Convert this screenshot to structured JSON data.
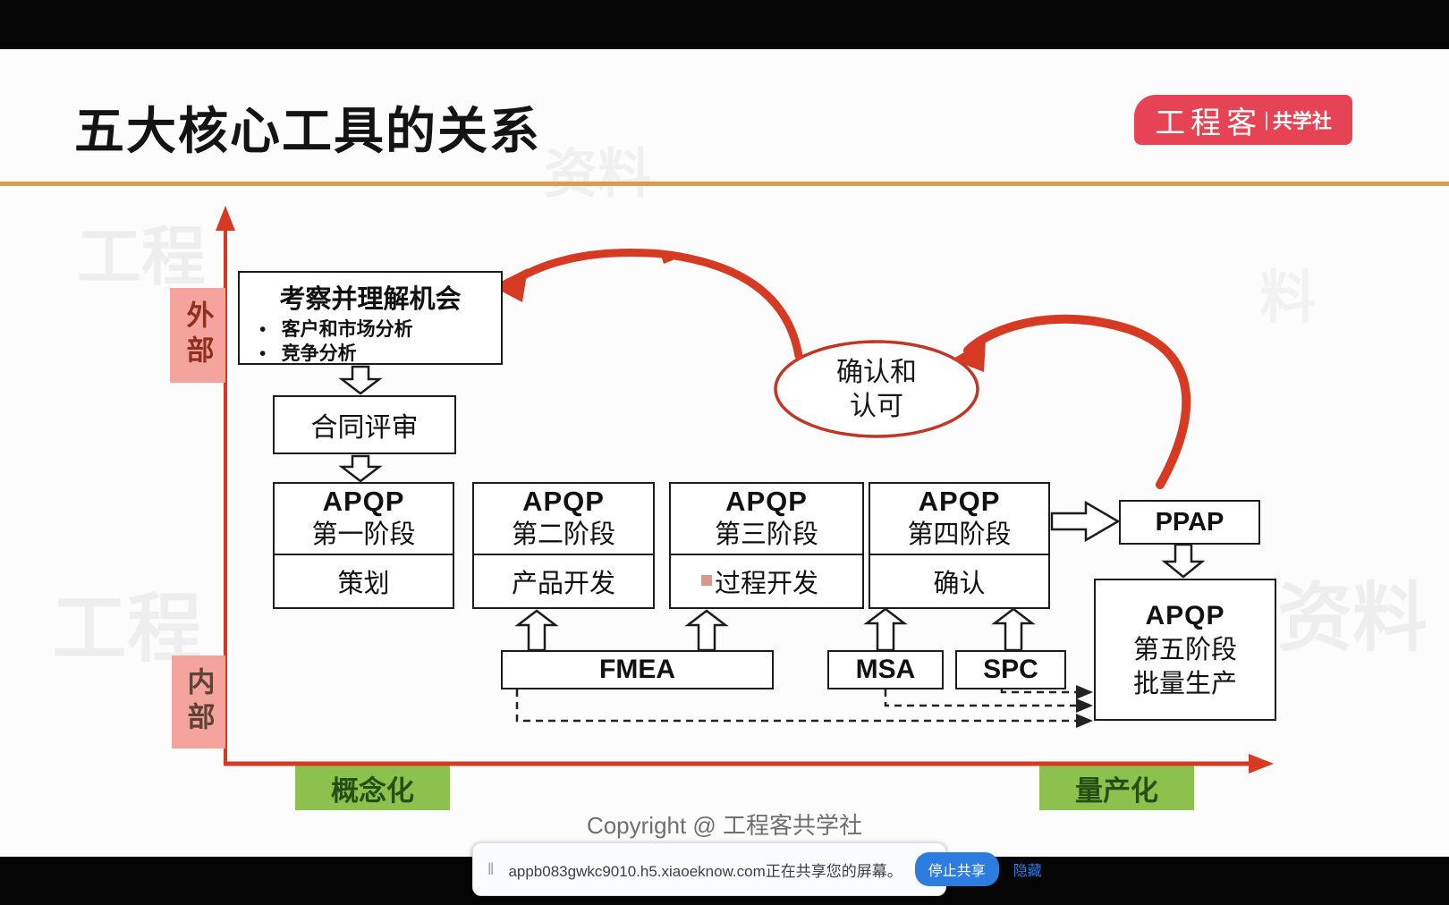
{
  "title": "五大核心工具的关系",
  "logo": {
    "brand": "工程客",
    "divider": "|",
    "suffix": "共学社"
  },
  "watermarks": [
    {
      "text": "工程"
    },
    {
      "text": "资料"
    },
    {
      "text": "料"
    },
    {
      "text": "工程"
    },
    {
      "text": "资料"
    }
  ],
  "axis_labels": {
    "outer": "外部",
    "inner": "内部",
    "concept": "概念化",
    "mass": "量产化"
  },
  "flow": {
    "opportunity": {
      "title": "考察并理解机会",
      "bullet_char": "•",
      "bullets": [
        "客户和市场分析",
        "竞争分析"
      ]
    },
    "contract_review": "合同评审",
    "stages": [
      {
        "tool": "APQP",
        "phase": "第一阶段",
        "activity": "策划"
      },
      {
        "tool": "APQP",
        "phase": "第二阶段",
        "activity": "产品开发"
      },
      {
        "tool": "APQP",
        "phase": "第三阶段",
        "activity": "过程开发"
      },
      {
        "tool": "APQP",
        "phase": "第四阶段",
        "activity": "确认"
      }
    ],
    "ppap": "PPAP",
    "stage5": {
      "tool": "APQP",
      "phase": "第五阶段",
      "activity": "批量生产"
    },
    "support_tools": {
      "fmea": "FMEA",
      "msa": "MSA",
      "spc": "SPC"
    },
    "loop": {
      "line1": "确认和",
      "line2": "认可"
    }
  },
  "footer": {
    "copyright": "Copyright @ 工程客共学社"
  },
  "share_bar": {
    "message": "appb083gwkc9010.h5.xiaoeknow.com正在共享您的屏幕。",
    "stop_button": "停止共享",
    "hide_link": "隐藏"
  },
  "colors": {
    "accent_red": "#d63a22",
    "logo_red": "#e64454",
    "green": "#8dc14d",
    "pink": "#f4a49c",
    "orange_rule": "#de9a4e",
    "share_blue": "#2d7de0"
  }
}
